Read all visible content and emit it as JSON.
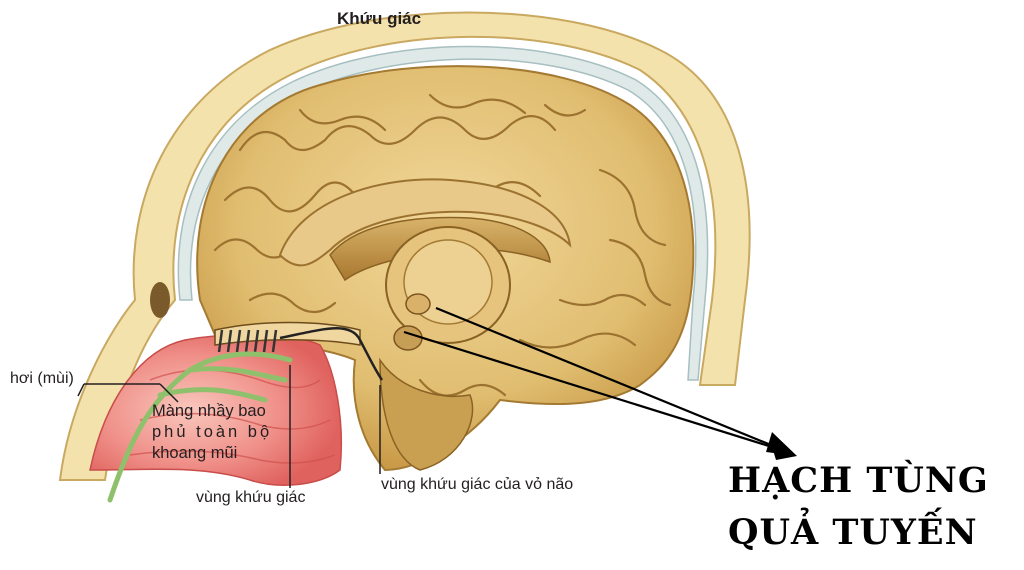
{
  "labels": {
    "top": "Khứu giác",
    "hoi_mui": "hơi (mùi)",
    "mang_nhay": [
      "Màng nhầy bao",
      "phủ toàn bộ",
      "khoang mũi"
    ],
    "vung_khuu_giac": "vùng khứu giác",
    "vung_vo_nao": "vùng khứu giác của vỏ não"
  },
  "annotation": {
    "line1": "HẠCH TÙNG",
    "line2": "QUẢ TUYẾN"
  },
  "colors": {
    "skull": "#f3dfa6",
    "brain": "#e2c27a",
    "brain_shadow": "#b98d3c",
    "nasal": "#ee8a8a",
    "nerve": "#8fc06b"
  }
}
